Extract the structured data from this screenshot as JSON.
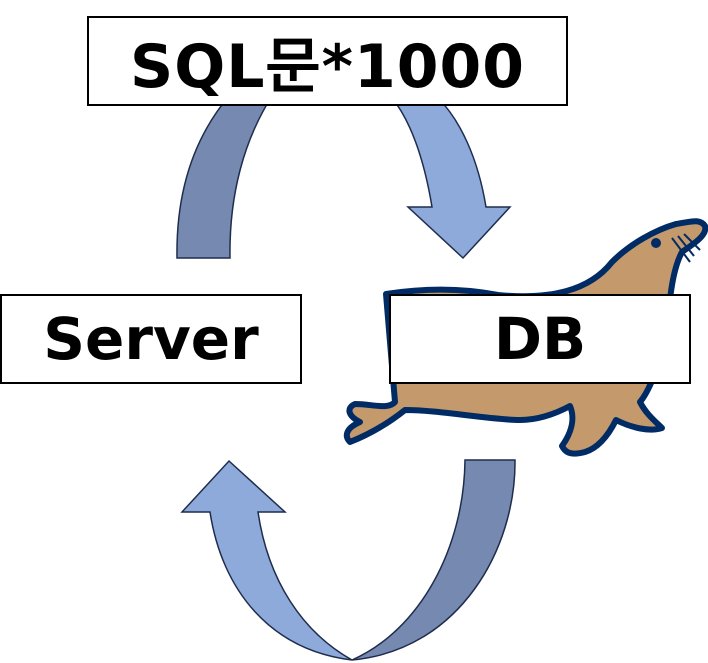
{
  "nodes": {
    "query": {
      "label": "SQL문*1000"
    },
    "server": {
      "label": "Server"
    },
    "db": {
      "label": "DB"
    }
  },
  "logo": {
    "icon": "mariadb-seal-icon",
    "body_color": "#C49A6C",
    "outline_color": "#002B64"
  },
  "arrows": {
    "fill_dark": "#7689B1",
    "fill_light": "#8EAADB",
    "stroke": "#1F2D4D"
  }
}
